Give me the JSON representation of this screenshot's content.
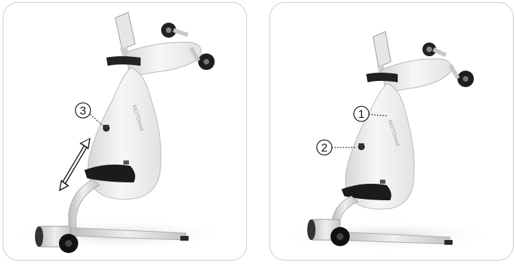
{
  "left_panel": {
    "callouts": [
      {
        "number": "3"
      }
    ],
    "brand_text": "MOTOmed"
  },
  "right_panel": {
    "callouts": [
      {
        "number": "1"
      },
      {
        "number": "2"
      }
    ],
    "brand_text": "MOTOmed"
  }
}
